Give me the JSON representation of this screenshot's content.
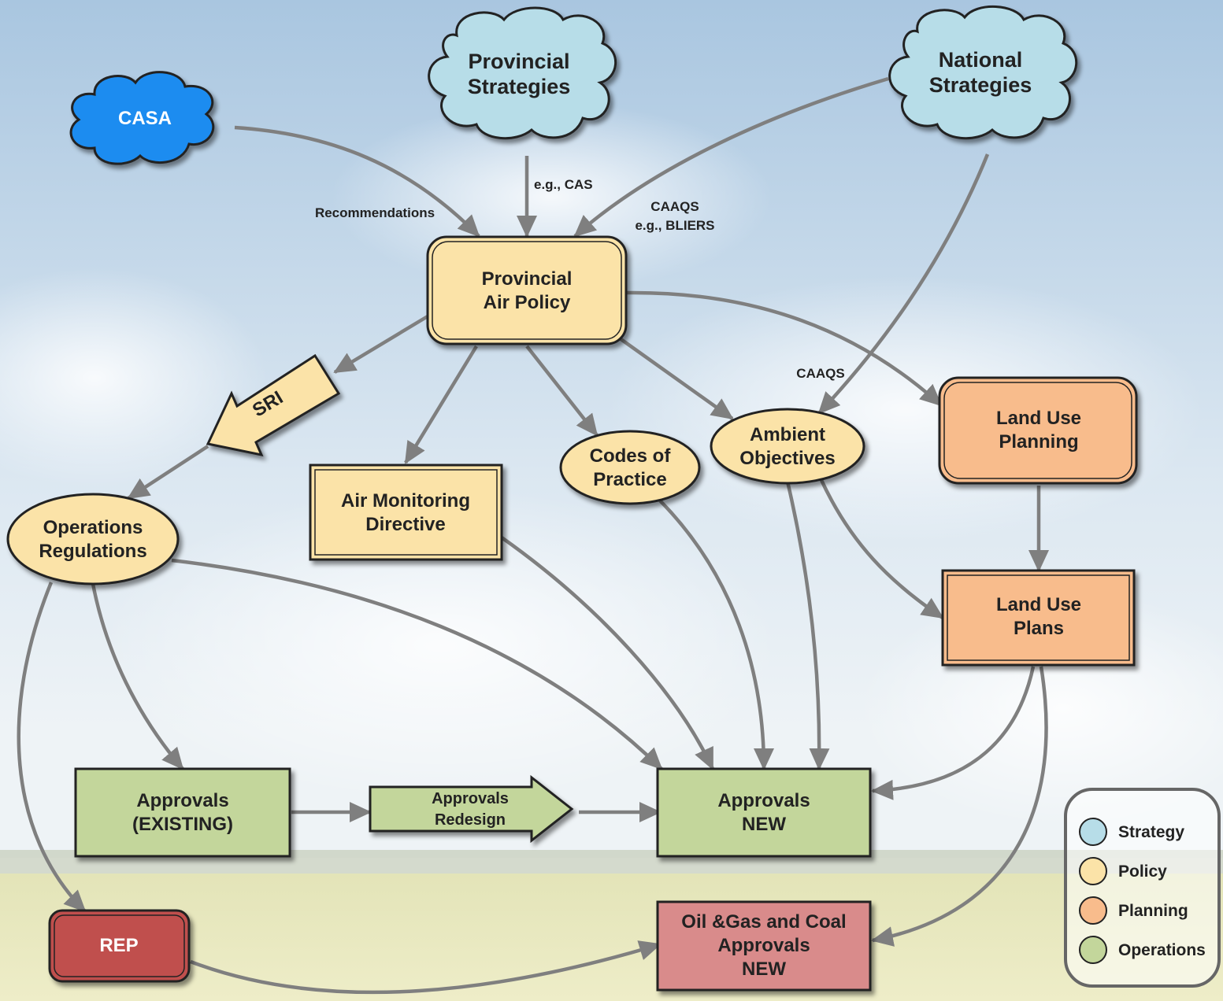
{
  "colors": {
    "strategy": "#b7dde8",
    "policy": "#fbe3a8",
    "planning": "#f8bc8c",
    "operations": "#c3d69b",
    "casa": "#1a8cf0",
    "rep": "#c0504d",
    "oilgas": "#d98b8b",
    "arrow": "#7f7f7f"
  },
  "nodes": {
    "casa": "CASA",
    "provincial_strategies": [
      "Provincial",
      "Strategies"
    ],
    "national_strategies": [
      "National",
      "Strategies"
    ],
    "provincial_air_policy": [
      "Provincial",
      "Air Policy"
    ],
    "sri": "SRI",
    "operations_regulations": [
      "Operations",
      "Regulations"
    ],
    "air_monitoring_directive": [
      "Air Monitoring",
      "Directive"
    ],
    "codes_of_practice": [
      "Codes of",
      "Practice"
    ],
    "ambient_objectives": [
      "Ambient",
      "Objectives"
    ],
    "land_use_planning": [
      "Land Use",
      "Planning"
    ],
    "land_use_plans": [
      "Land Use",
      "Plans"
    ],
    "approvals_existing": [
      "Approvals",
      "(EXISTING)"
    ],
    "approvals_redesign": [
      "Approvals",
      "Redesign"
    ],
    "approvals_new": [
      "Approvals",
      "NEW"
    ],
    "rep": "REP",
    "oil_gas_coal": [
      "Oil &Gas and Coal",
      "Approvals",
      "NEW"
    ]
  },
  "edge_labels": {
    "recommendations": "Recommendations",
    "eg_cas": "e.g., CAS",
    "caaqs_1": "CAAQS",
    "eg_bliers": "e.g., BLIERS",
    "caaqs_2": "CAAQS"
  },
  "legend": [
    {
      "label": "Strategy",
      "color": "#b7dde8"
    },
    {
      "label": "Policy",
      "color": "#fbe3a8"
    },
    {
      "label": "Planning",
      "color": "#f8bc8c"
    },
    {
      "label": "Operations",
      "color": "#c3d69b"
    }
  ]
}
